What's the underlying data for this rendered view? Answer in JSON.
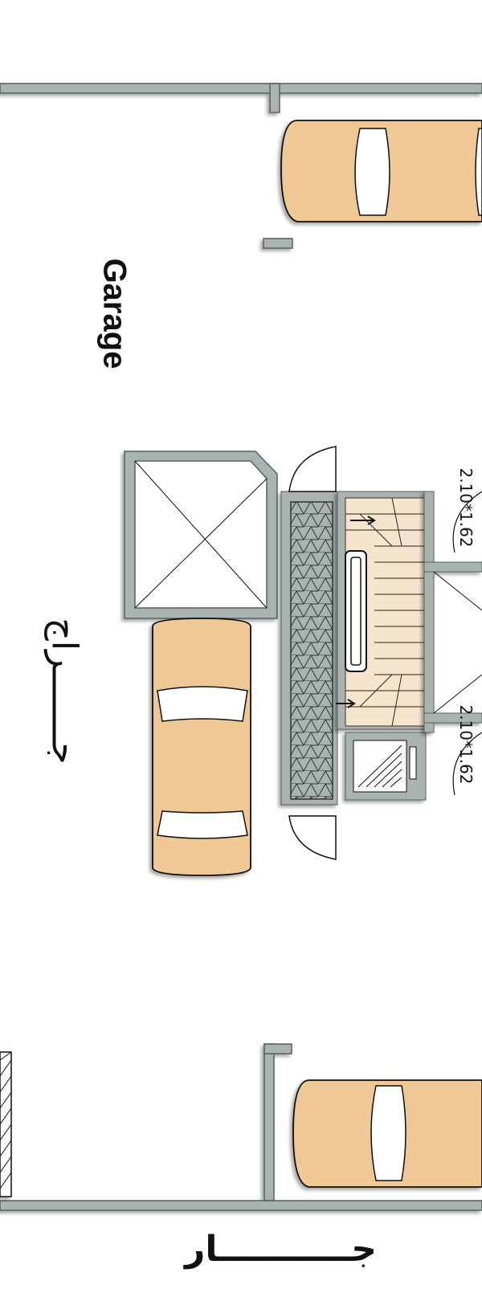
{
  "labels": {
    "garage_en": "Garage",
    "garage_ar_side": "جـــــــراج",
    "garage_ar_bottom": "جـــــــــــار",
    "window_upper": "2.10*1.62",
    "window_lower": "2.10*1.62"
  },
  "colors": {
    "wall": "#a9b4b1",
    "wall_edge": "#566160",
    "car_body": "#f0c896",
    "stair_floor": "#f6e4cc",
    "line": "#111111"
  }
}
